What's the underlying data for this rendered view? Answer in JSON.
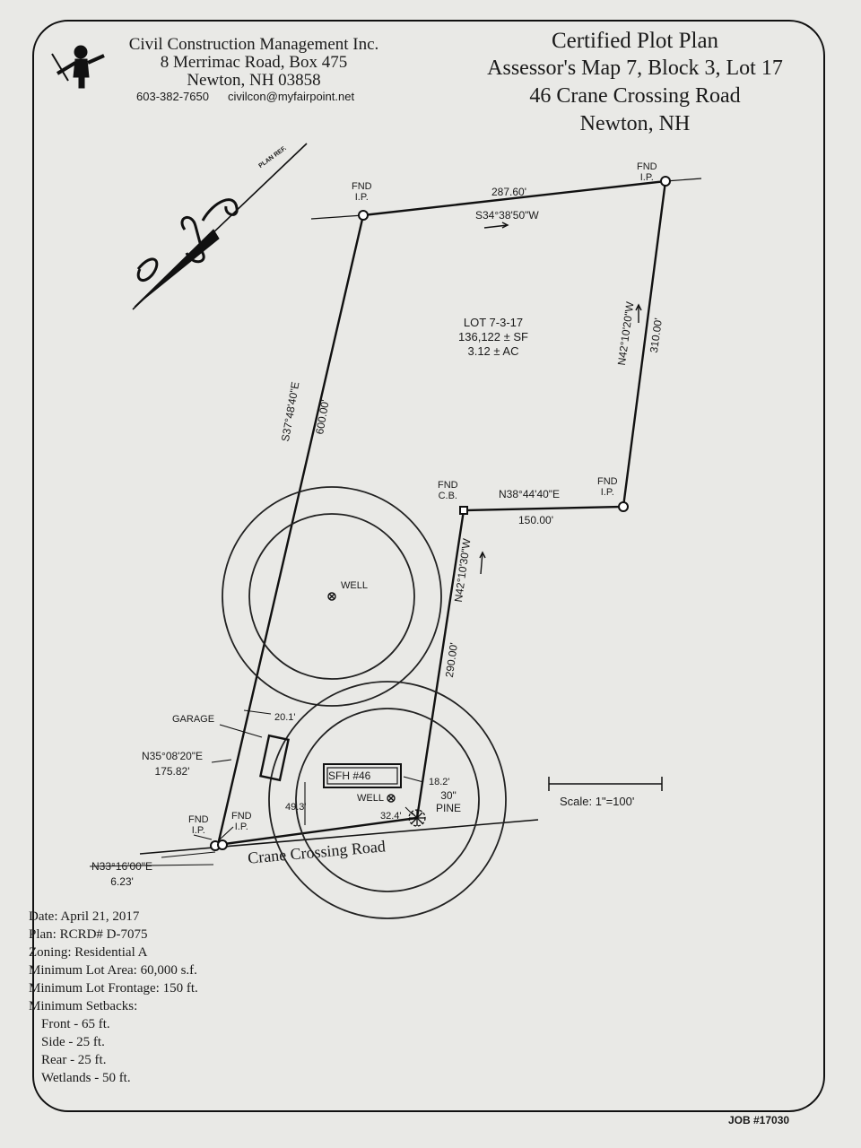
{
  "company": {
    "name": "Civil Construction Management Inc.",
    "address": "8 Merrimac Road, Box 475",
    "city": "Newton, NH 03858",
    "phone": "603-382-7650",
    "email": "civilcon@myfairpoint.net"
  },
  "plan_title": {
    "title": "Certified Plot Plan",
    "map_ref": "Assessor's Map 7, Block 3, Lot 17",
    "street": "46 Crane Crossing Road",
    "town": "Newton, NH"
  },
  "north_arrow": {
    "plan_ref": "PLAN REF."
  },
  "lot": {
    "id": "LOT 7-3-17",
    "area_sf": "136,122 ± SF",
    "area_ac": "3.12 ± AC"
  },
  "bounds": {
    "top_distance": "287.60'",
    "top_bearing": "S34°38'50\"W",
    "left_bearing": "S37°48'40\"E",
    "left_distance": "600.00'",
    "right_bearing": "N42°10'20\"W",
    "right_distance": "310.00'",
    "mid_bearing": "N38°44'40\"E",
    "mid_distance": "150.00'",
    "inner_bearing": "N42°10'30\"W",
    "inner_distance": "290.00'",
    "road_bearing": "N33°16'00\"E",
    "road_distance": "6.23'",
    "garage_bearing": "N35°08'20\"E",
    "garage_distance": "175.82'"
  },
  "monuments": {
    "fnd": "FND",
    "ip": "I.P.",
    "cb": "C.B."
  },
  "features": {
    "well": "WELL",
    "garage": "GARAGE",
    "house": "SFH #46",
    "pine_size": "30\"",
    "pine": "PINE",
    "road": "Crane Crossing Road"
  },
  "offsets": {
    "garage_side": "20.1'",
    "house_side": "18.2'",
    "front_left": "49.3'",
    "front_right": "32.4'"
  },
  "scale": "Scale: 1\"=100'",
  "notes": {
    "date": "Date: April 21, 2017",
    "plan": "Plan:  RCRD# D-7075",
    "zoning": "Zoning: Residential A",
    "min_lot_area": "Minimum Lot Area:  60,000 s.f.",
    "min_frontage": "Minimum Lot Frontage: 150 ft.",
    "setbacks_heading": "Minimum Setbacks:",
    "front": "Front - 65 ft.",
    "side": "Side - 25 ft.",
    "rear": "Rear - 25 ft.",
    "wetlands": "Wetlands - 50 ft."
  },
  "job": "JOB #17030"
}
